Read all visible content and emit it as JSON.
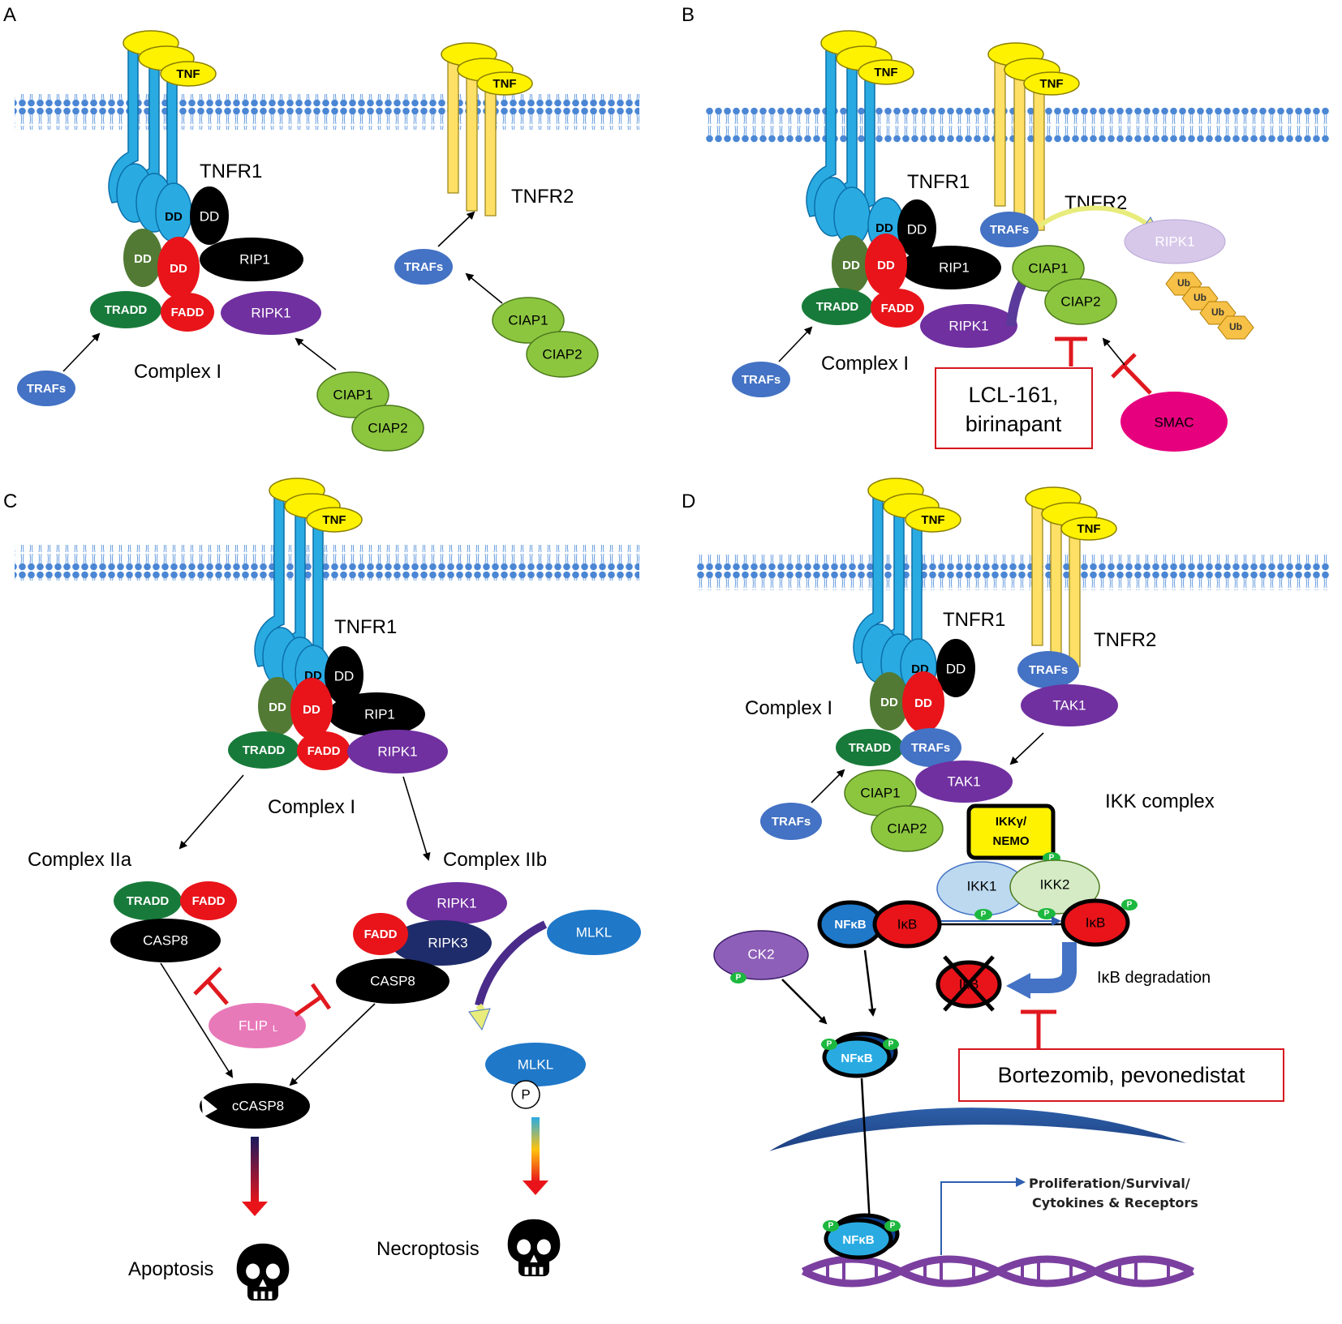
{
  "panels": {
    "a": {
      "letter": "A"
    },
    "b": {
      "letter": "B"
    },
    "c": {
      "letter": "C"
    },
    "d": {
      "letter": "D"
    }
  },
  "labels": {
    "tnf": "TNF",
    "tnfr1": "TNFR1",
    "tnfr2": "TNFR2",
    "dd": "DD",
    "rip1": "RIP1",
    "ripk1": "RIPK1",
    "ripk3": "RIPK3",
    "tradd": "TRADD",
    "fadd": "FADD",
    "trafs": "TRAFs",
    "ciap1": "CIAP1",
    "ciap2": "CIAP2",
    "complex_i": "Complex I",
    "complex_iia": "Complex IIa",
    "complex_iib": "Complex IIb",
    "ub": "Ub",
    "smac": "SMAC",
    "casp8": "CASP8",
    "ccasp8": "cCASP8",
    "flip": "FLIP",
    "flip_sub": "L",
    "mlkl": "MLKL",
    "p": "P",
    "apoptosis": "Apoptosis",
    "necroptosis": "Necroptosis",
    "tak1": "TAK1",
    "ikk_complex": "IKK complex",
    "ikkg_1": "IKKγ/",
    "ikkg_2": "NEMO",
    "ikk1": "IKK1",
    "ikk2": "IKK2",
    "nfkb": "NFκB",
    "ikb": "IκB",
    "ck2": "CK2",
    "ikb_degradation": "IκB degradation",
    "outcome_1": "Proliferation/Survival/",
    "outcome_2": "Cytokines & Receptors"
  },
  "drugs": {
    "b_line1": "LCL-161,",
    "b_line2": "birinapant",
    "d": "Bortezomib, pevonedistat"
  },
  "colors": {
    "tnfr1": "#29abe2",
    "tnfr2": "#ffe066",
    "tnf": "#fff200",
    "fadd": "#e8141a",
    "tradd": "#187a3a",
    "dd_green": "#527a34",
    "black": "#000000",
    "ripk1": "#7030a0",
    "trafs": "#4472c4",
    "ciap": "#8cc63f",
    "smac": "#e6007e",
    "mlkl": "#1f78c8",
    "ub": "#f7c147",
    "inhibit": "#e0191f"
  }
}
